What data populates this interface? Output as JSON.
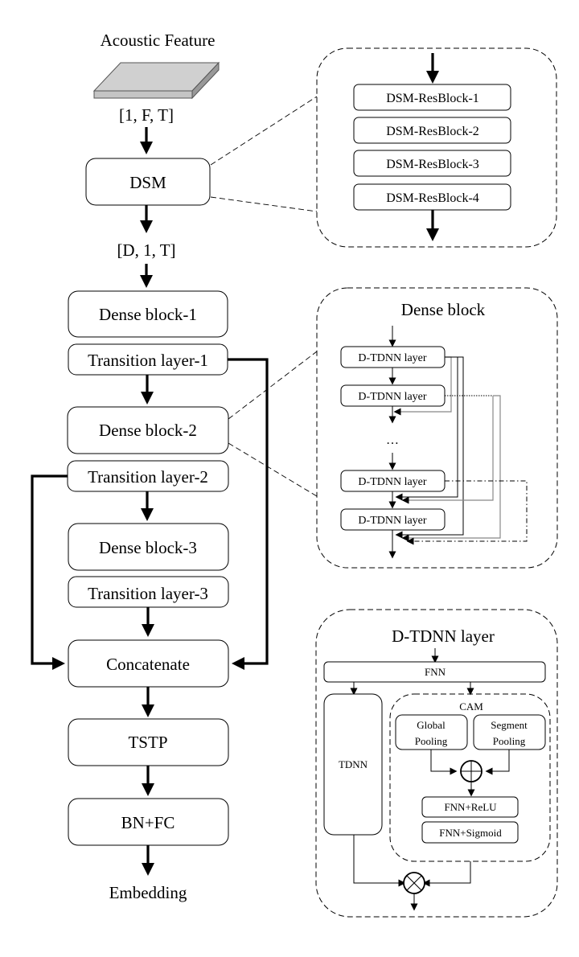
{
  "main_pipeline": {
    "input_label": "Acoustic Feature",
    "input_shape": "[1, F, T]",
    "dsm": "DSM",
    "dsm_output_shape": "[D, 1, T]",
    "dense_blocks": [
      "Dense block-1",
      "Dense block-2",
      "Dense block-3"
    ],
    "transition_layers": [
      "Transition layer-1",
      "Transition layer-2",
      "Transition layer-3"
    ],
    "concatenate": "Concatenate",
    "tstp": "TSTP",
    "bn_fc": "BN+FC",
    "output_label": "Embedding"
  },
  "dsm_detail": {
    "blocks": [
      "DSM-ResBlock-1",
      "DSM-ResBlock-2",
      "DSM-ResBlock-3",
      "DSM-ResBlock-4"
    ]
  },
  "dense_block_detail": {
    "title": "Dense block",
    "layers": [
      "D-TDNN layer",
      "D-TDNN layer",
      "D-TDNN layer",
      "D-TDNN layer"
    ],
    "ellipsis": "…"
  },
  "dtdnn_layer_detail": {
    "title": "D-TDNN layer",
    "fnn": "FNN",
    "tdnn": "TDNN",
    "cam": {
      "title": "CAM",
      "global_pooling": [
        "Global",
        "Pooling"
      ],
      "segment_pooling": [
        "Segment",
        "Pooling"
      ],
      "fnn_relu": "FNN+ReLU",
      "fnn_sigmoid": "FNN+Sigmoid"
    }
  }
}
